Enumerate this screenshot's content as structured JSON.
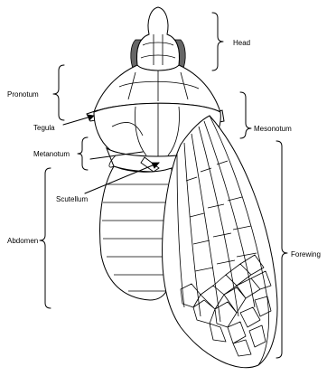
{
  "labels": {
    "head": "Head",
    "pronotum": "Pronotum",
    "tegula": "Tegula",
    "metanotum": "Metanotum",
    "scutellum": "Scutellum",
    "abdomen": "Abdomen",
    "mesonotum": "Mesonotum",
    "forewing": "Forewing"
  }
}
